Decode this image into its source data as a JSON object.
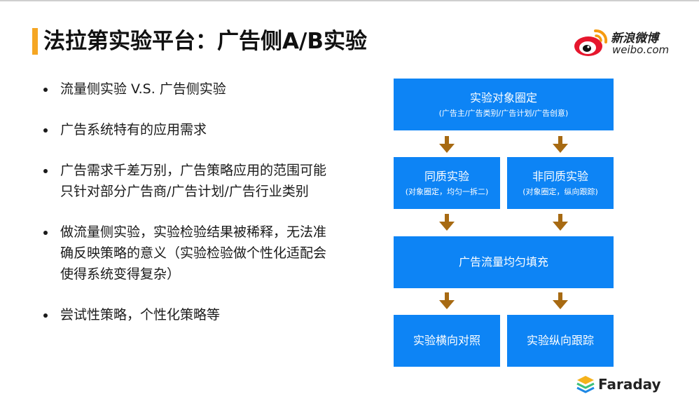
{
  "header": {
    "title": "法拉第实验平台：广告侧A/B实验",
    "accent_color": "#f5a623"
  },
  "logo": {
    "cn": "新浪微博",
    "en": "weibo.com",
    "icon": "weibo-eye-icon"
  },
  "bullets": [
    "流量侧实验 V.S. 广告侧实验",
    "广告系统特有的应用需求",
    "广告需求千差万别，广告策略应用的范围可能只针对部分广告商/广告计划/广告行业类别",
    "做流量侧实验，实验检验结果被稀释，无法准确反映策略的意义（实验检验做个性化适配会使得系统变得复杂）",
    "尝试性策略，个性化策略等"
  ],
  "flow": {
    "box_color": "#0d84f5",
    "arrow_color": "#a76a12",
    "top": {
      "title": "实验对象圈定",
      "sub": "(广告主/广告类别/广告计划/广告创意)"
    },
    "left_mid": {
      "title": "同质实验",
      "sub": "(对象圈定，均匀一拆二)"
    },
    "right_mid": {
      "title": "非同质实验",
      "sub": "(对象圈定，纵向跟踪)"
    },
    "fill": {
      "title": "广告流量均匀填充"
    },
    "left_bottom": {
      "title": "实验横向对照"
    },
    "right_bottom": {
      "title": "实验纵向跟踪"
    }
  },
  "footer": {
    "brand": "Faraday",
    "icon": "faraday-layers-icon"
  }
}
